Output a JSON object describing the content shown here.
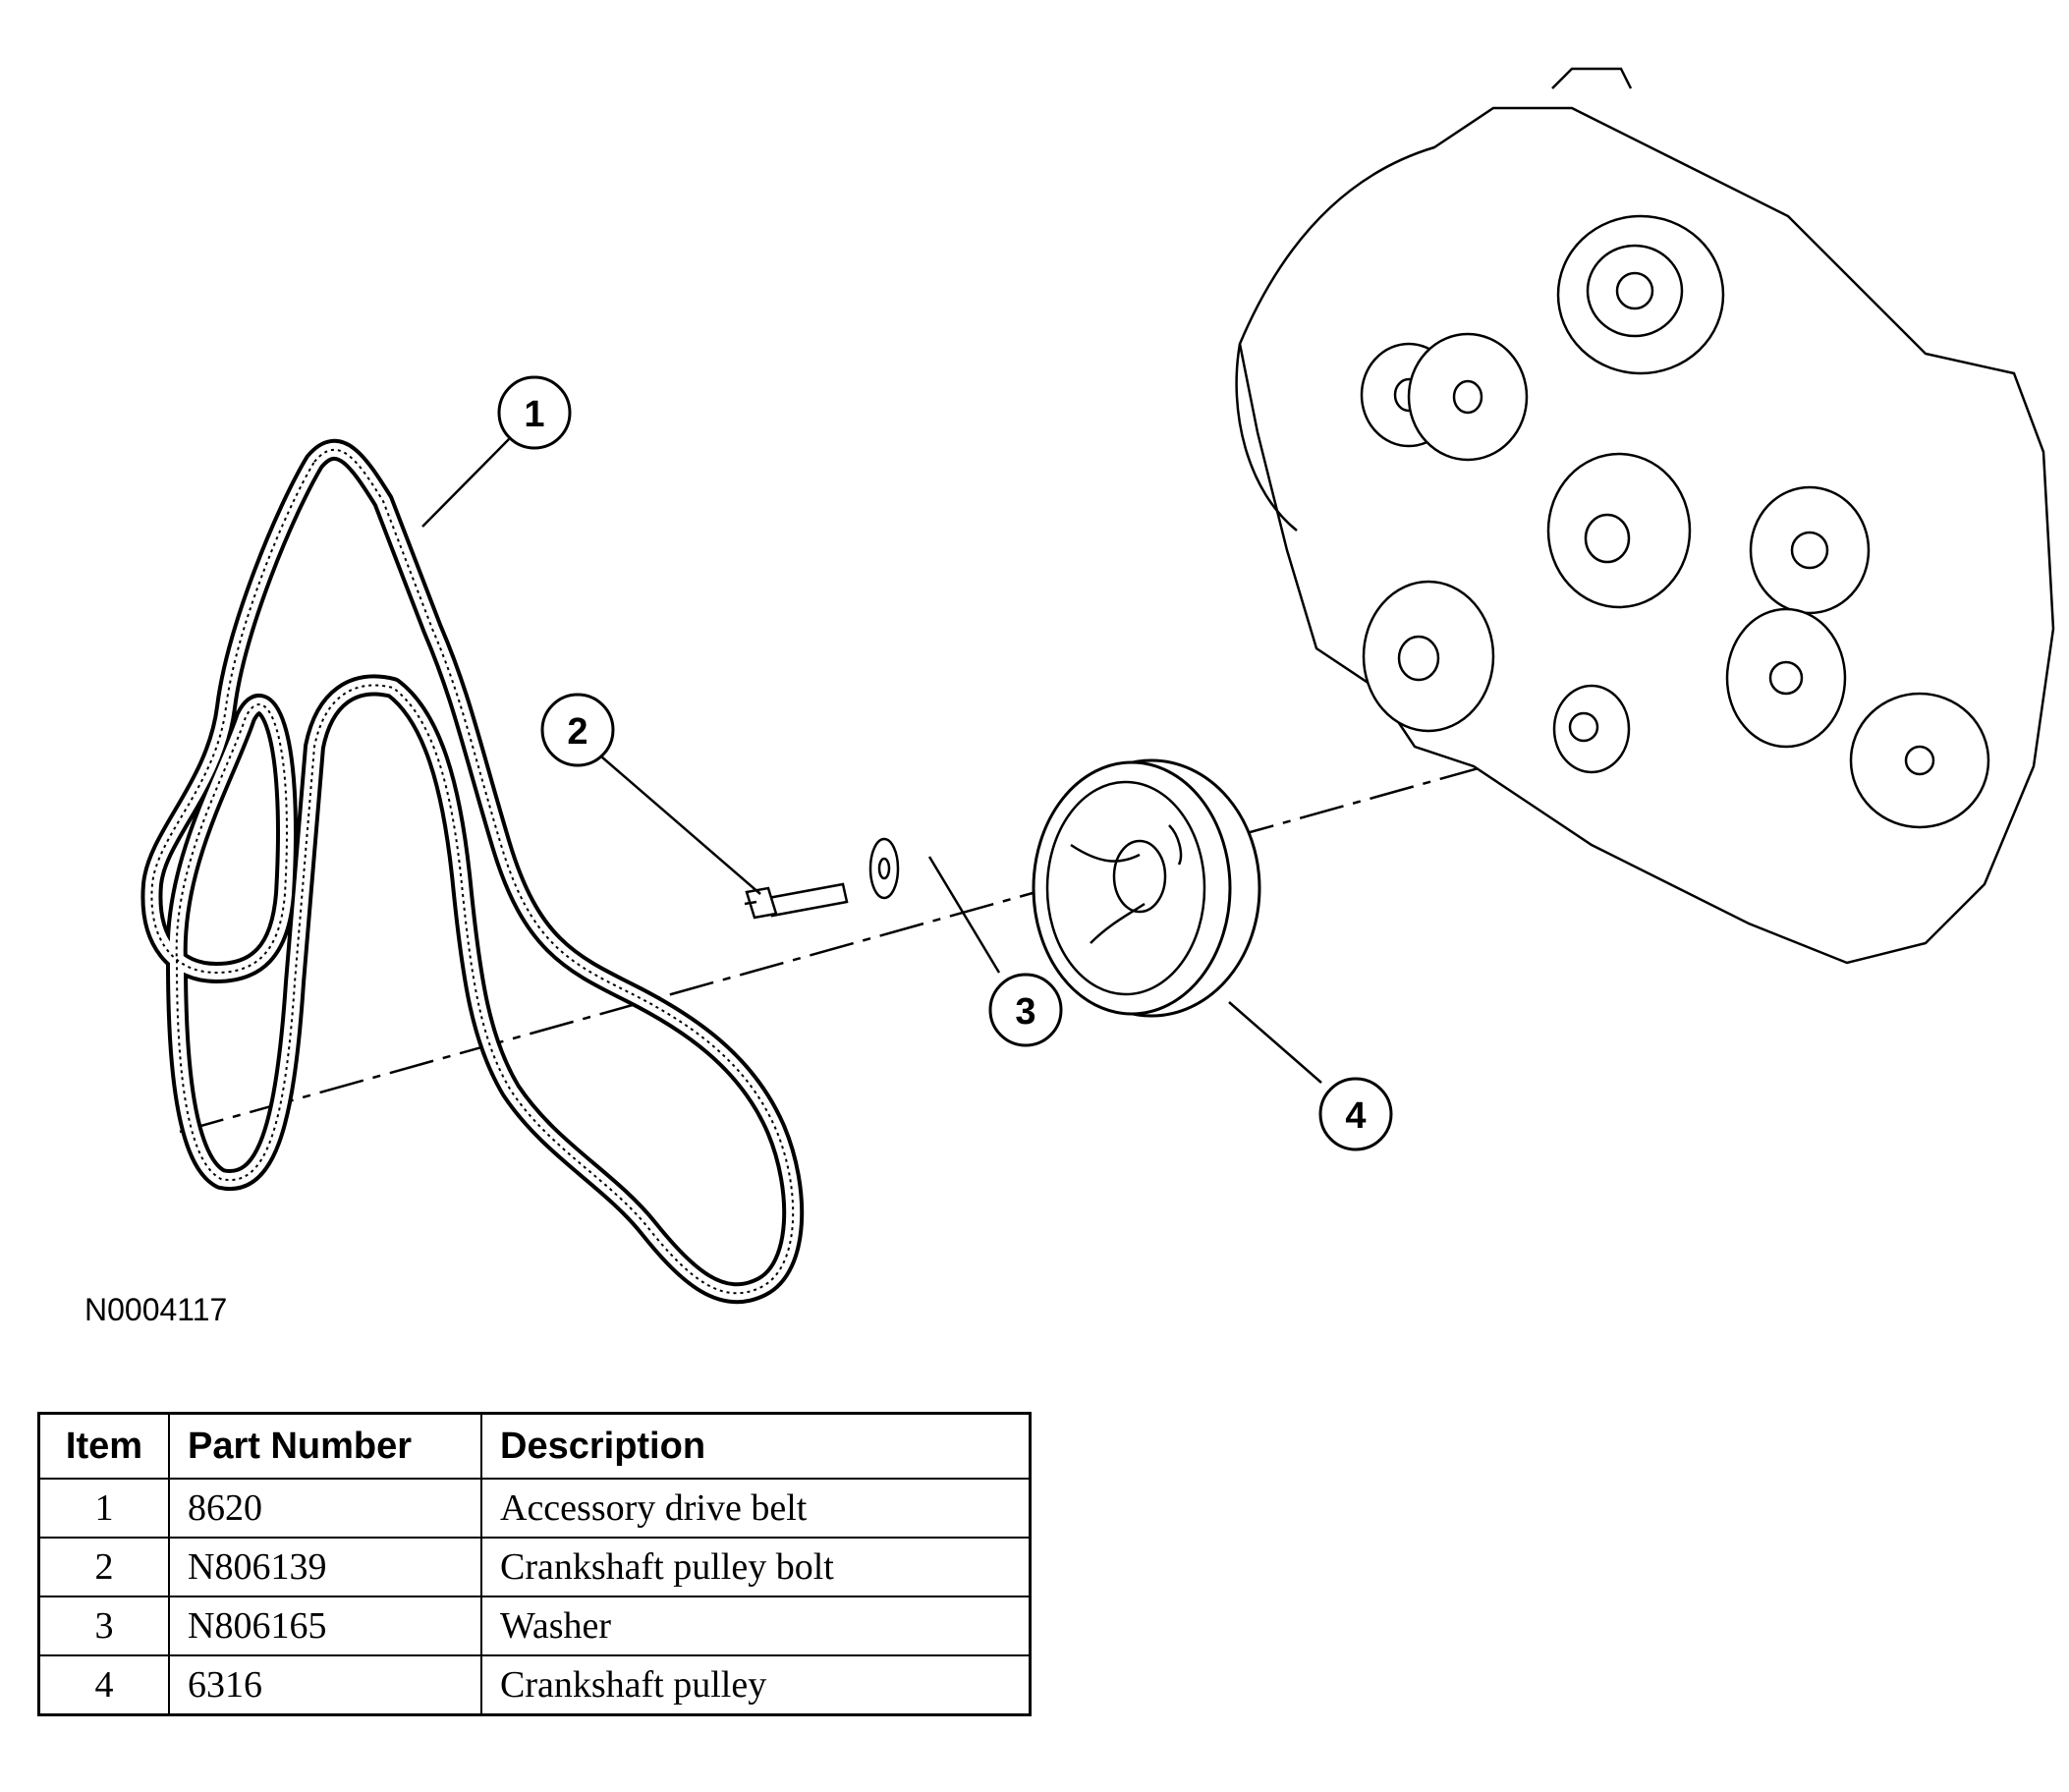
{
  "figure_id": "N0004117",
  "callouts": [
    {
      "number": "1",
      "part": "belt"
    },
    {
      "number": "2",
      "part": "bolt"
    },
    {
      "number": "3",
      "part": "washer"
    },
    {
      "number": "4",
      "part": "pulley"
    }
  ],
  "table": {
    "headers": [
      "Item",
      "Part Number",
      "Description"
    ],
    "rows": [
      {
        "item": "1",
        "part_number": "8620",
        "description": "Accessory drive belt"
      },
      {
        "item": "2",
        "part_number": "N806139",
        "description": "Crankshaft pulley bolt"
      },
      {
        "item": "3",
        "part_number": "N806165",
        "description": "Washer"
      },
      {
        "item": "4",
        "part_number": "6316",
        "description": "Crankshaft pulley"
      }
    ]
  }
}
